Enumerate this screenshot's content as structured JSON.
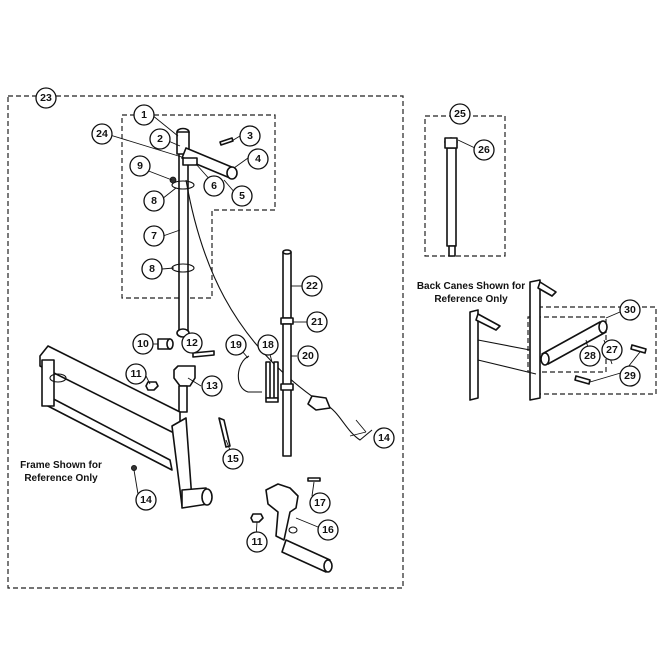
{
  "callouts": [
    "1",
    "2",
    "3",
    "4",
    "5",
    "6",
    "7",
    "8",
    "8",
    "9",
    "10",
    "11",
    "11",
    "12",
    "13",
    "14",
    "14",
    "15",
    "16",
    "17",
    "18",
    "19",
    "20",
    "21",
    "22",
    "23",
    "24",
    "25",
    "26",
    "27",
    "28",
    "29",
    "30"
  ],
  "captions": {
    "frame": [
      "Frame Shown for",
      "Reference Only"
    ],
    "back_canes": [
      "Back Canes Shown for",
      "Reference Only"
    ]
  },
  "colors": {
    "line": "#111111",
    "background": "#ffffff"
  }
}
